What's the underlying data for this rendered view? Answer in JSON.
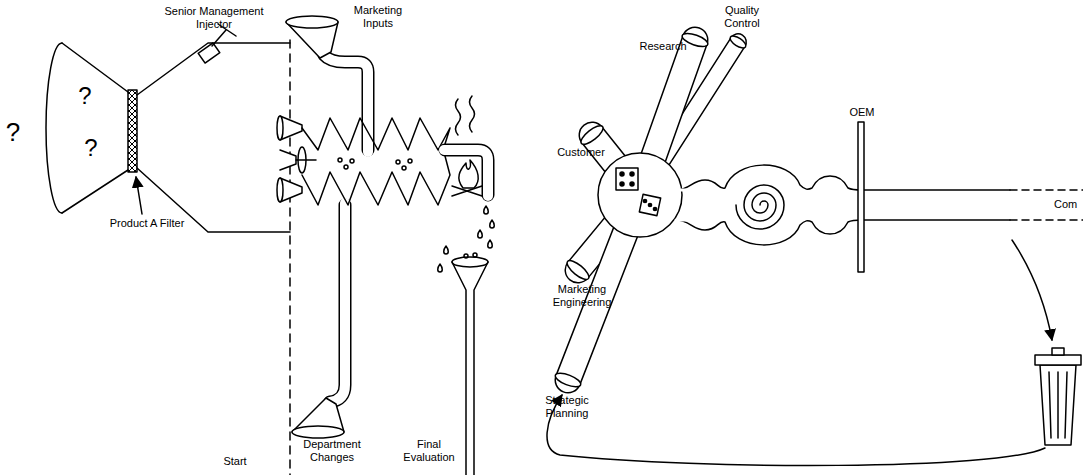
{
  "diagram": {
    "labels": [
      "Senior Management Injector",
      "Marketing Inputs",
      "?",
      "?",
      "?",
      "Product A Filter",
      "Start",
      "Department Changes",
      "Final Evaluation",
      "Quality Control",
      "Research",
      "Customer",
      "Marketing Engineering",
      "Strategic Planning",
      "OEM",
      "Com"
    ]
  }
}
